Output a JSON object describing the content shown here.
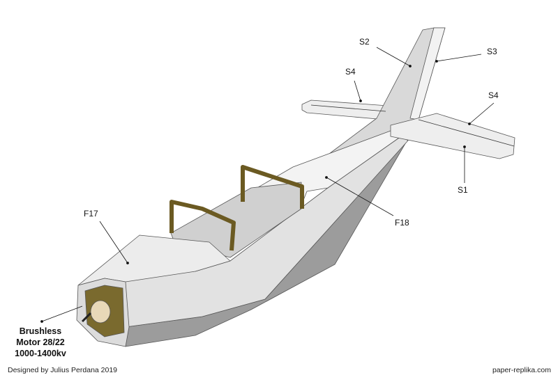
{
  "labels": {
    "s2": "S2",
    "s3": "S3",
    "s4_left": "S4",
    "s4_right": "S4",
    "s1": "S1",
    "f18": "F18",
    "f17": "F17"
  },
  "motor_label": [
    "Brushless",
    "Motor 28/22",
    "1000-1400kv"
  ],
  "footer": {
    "designer": "Designed by Julius Perdana 2019",
    "website": "paper-replika.com"
  },
  "colors": {
    "paper": "#e6e6e6",
    "shadow": "#a8a8a8",
    "former": "#7a6a2e"
  }
}
